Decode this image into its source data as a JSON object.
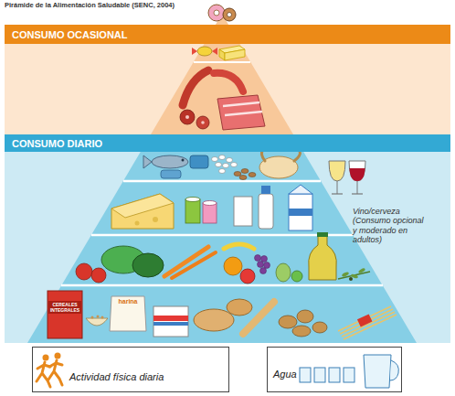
{
  "diagram": {
    "title": "Pirámide de la Alimentación Saludable (SENC, 2004)",
    "nodes": [
      {
        "text": [
          "CONSUMO OCASIONAL"
        ]
      },
      {
        "text": [
          "CONSUMO DIARIO"
        ]
      },
      {
        "text": [
          "Actividad física diaria"
        ]
      },
      {
        "text": [
          "Agua"
        ]
      }
    ],
    "labels": [
      "Vino/cerveza (Consumo opcional y moderado en adultos)",
      "harina",
      "CEREALES INTEGRALES"
    ]
  }
}
